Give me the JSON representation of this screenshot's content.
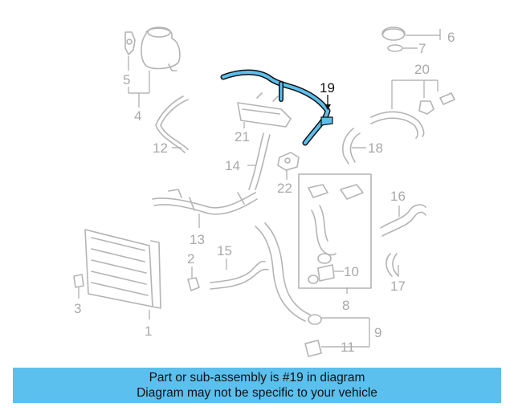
{
  "highlight": {
    "part_number": "19",
    "color": "#5bc0ee"
  },
  "callouts": {
    "c1": "1",
    "c2": "2",
    "c3": "3",
    "c4": "4",
    "c5": "5",
    "c6": "6",
    "c7": "7",
    "c8": "8",
    "c9": "9",
    "c10": "10",
    "c11": "11",
    "c12": "12",
    "c13": "13",
    "c14": "14",
    "c15": "15",
    "c16": "16",
    "c17": "17",
    "c18": "18",
    "c19": "19",
    "c20": "20",
    "c21": "21",
    "c22": "22"
  },
  "banner": {
    "line1": "Part or sub-assembly is #19 in diagram",
    "line2": "Diagram may not be specific to your vehicle"
  }
}
